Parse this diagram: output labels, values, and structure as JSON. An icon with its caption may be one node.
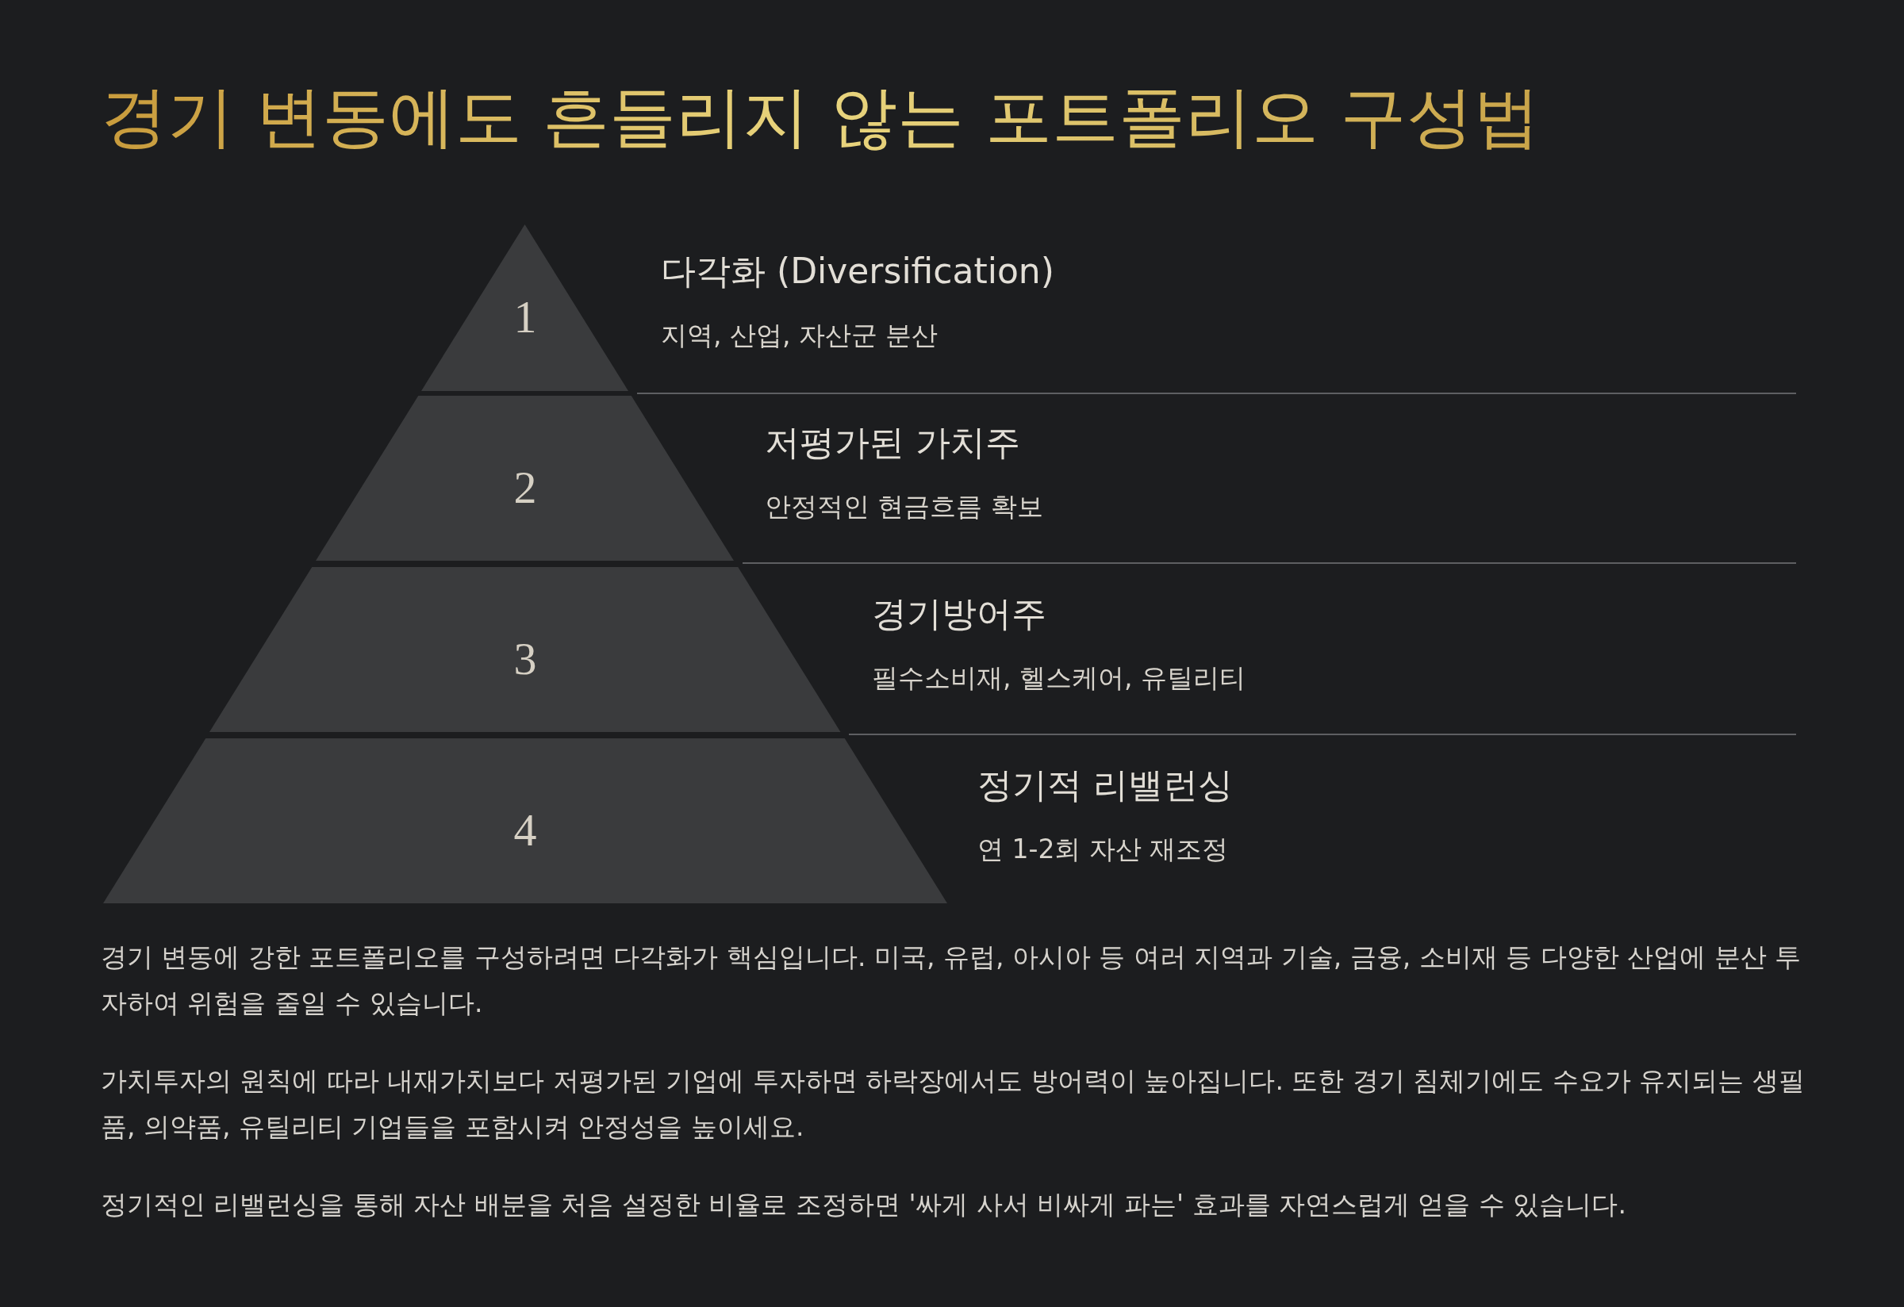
{
  "diagram": {
    "title": "경기 변동에도 흔들리지 않는 포트폴리오 구성법",
    "nodes": [
      {
        "text": [
          "1"
        ],
        "beside": [
          "다각화 (Diversification)",
          "지역, 산업, 자산군 분산"
        ]
      },
      {
        "text": [
          "2"
        ],
        "beside": [
          "저평가된 가치주",
          "안정적인 현금흐름 확보"
        ]
      },
      {
        "text": [
          "3"
        ],
        "beside": [
          "경기방어주",
          "필수소비재, 헬스케어, 유틸리티"
        ]
      },
      {
        "text": [
          "4"
        ],
        "beside": [
          "정기적 리밸런싱",
          "연 1-2회 자산 재조정"
        ]
      }
    ],
    "labels": [
      "경기 변동에 강한 포트폴리오를 구성하려면 다각화가 핵심입니다. 미국, 유럽, 아시아 등 여러 지역과 기술, 금융, 소비재 등 다양한 산업에 분산 투자하여 위험을 줄일 수 있습니다.",
      "가치투자의 원칙에 따라 내재가치보다 저평가된 기업에 투자하면 하락장에서도 방어력이 높아집니다. 또한 경기 침체기에도 수요가 유지되는 생필품, 의약품, 유틸리티 기업들을 포함시켜 안정성을 높이세요.",
      "정기적인 리밸런싱을 통해 자산 배분을 처음 설정한 비율로 조정하면 '싸게 사서 비싸게 파는' 효과를 자연스럽게 얻을 수 있습니다."
    ]
  }
}
